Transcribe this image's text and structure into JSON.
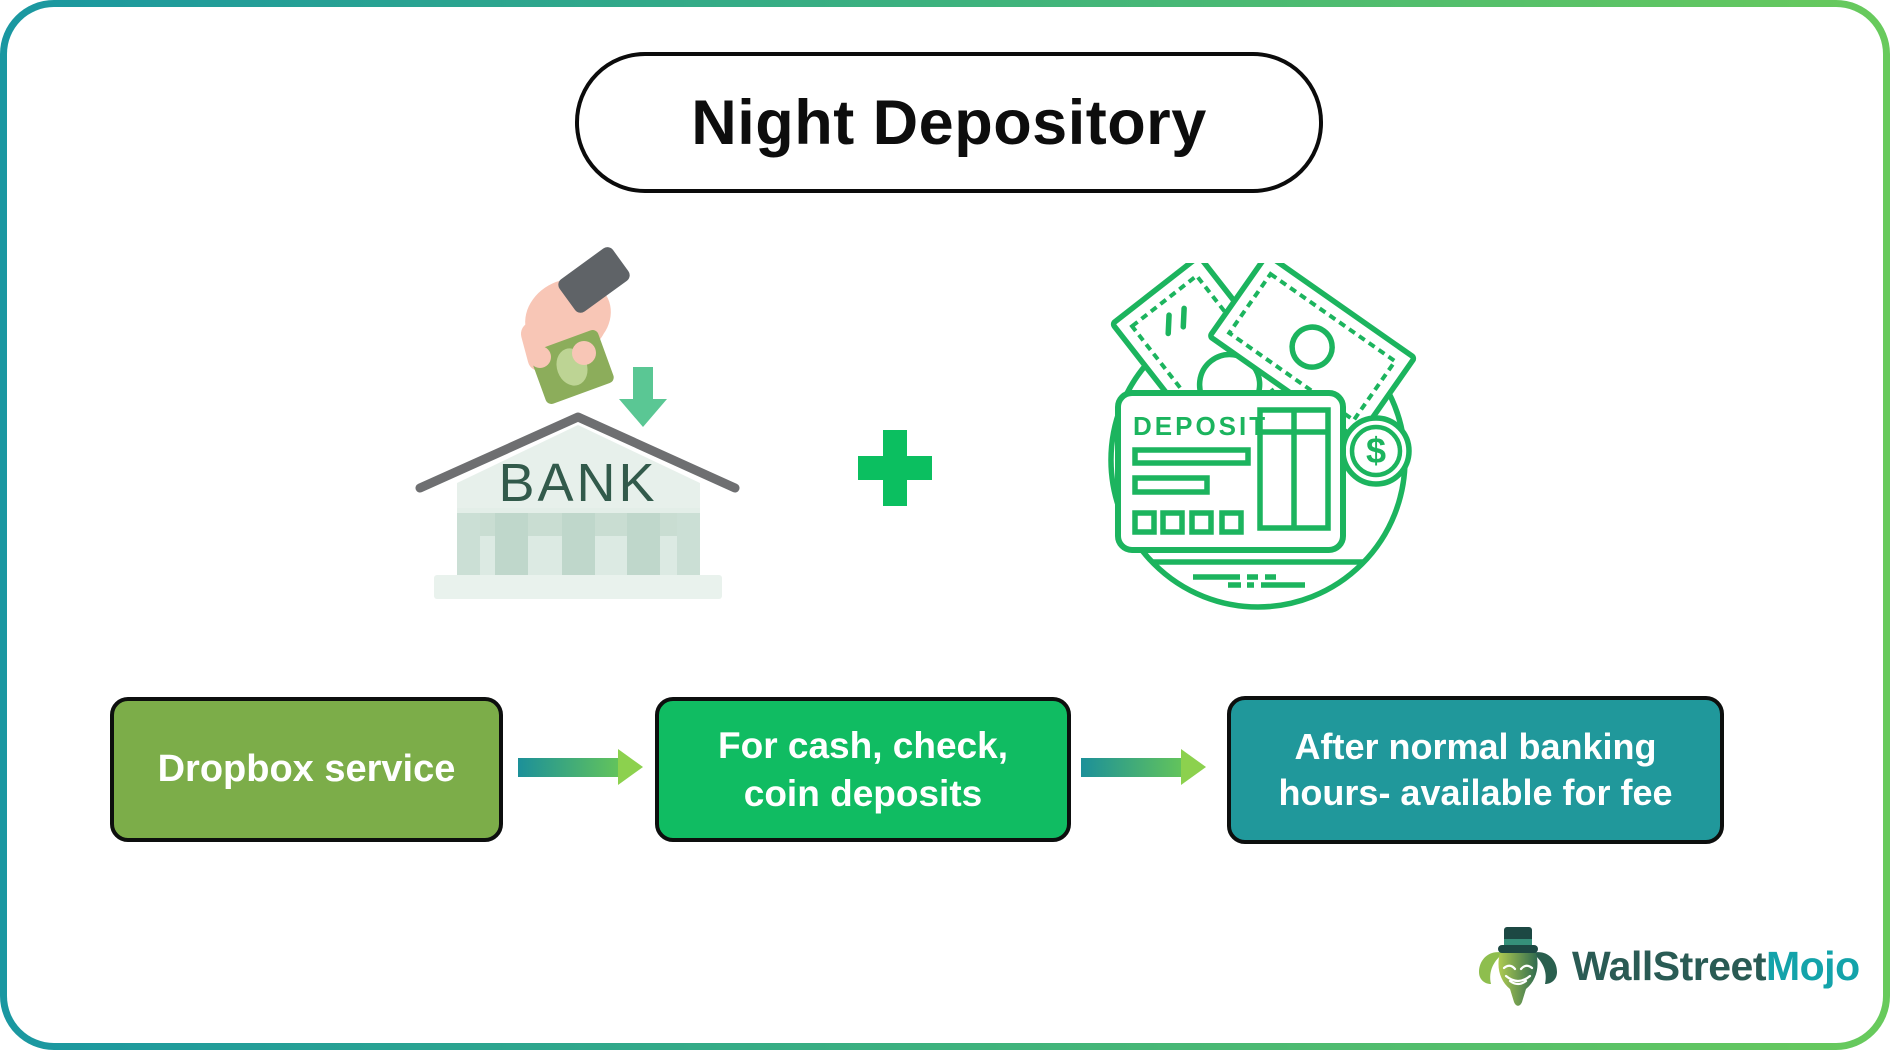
{
  "page": {
    "background": "#FFFFFF",
    "frame_gradient_start": "#1A97A1",
    "frame_gradient_end": "#68CA5C"
  },
  "title": {
    "label": "Night Depository"
  },
  "illustration": {
    "bank": {
      "sign_text": "BANK"
    },
    "plus_symbol": "+",
    "deposit_slip": {
      "heading": "DEPOSIT",
      "coin_symbol": "$"
    }
  },
  "flow_steps": [
    {
      "lines": [
        "Dropbox service",
        ""
      ],
      "color": "#7CAD49"
    },
    {
      "lines": [
        "For cash, check,",
        "coin deposits"
      ],
      "color": "#10BC62"
    },
    {
      "lines": [
        "After normal banking",
        "hours- available for fee"
      ],
      "color": "#20989B"
    }
  ],
  "icons": {
    "hand": "hand-depositing-cash-icon",
    "down_arrow": "down-arrow-icon",
    "bank": "bank-building-icon",
    "plus": "plus-icon",
    "deposit": "deposit-slip-icon",
    "coin": "dollar-coin-icon",
    "banknotes": "banknotes-icon",
    "flow_arrow": "gradient-right-arrow-icon",
    "bull": "wallstreetmojo-bull-icon"
  },
  "logo": {
    "brand_primary": "WallStreet",
    "brand_accent": "Mojo"
  }
}
